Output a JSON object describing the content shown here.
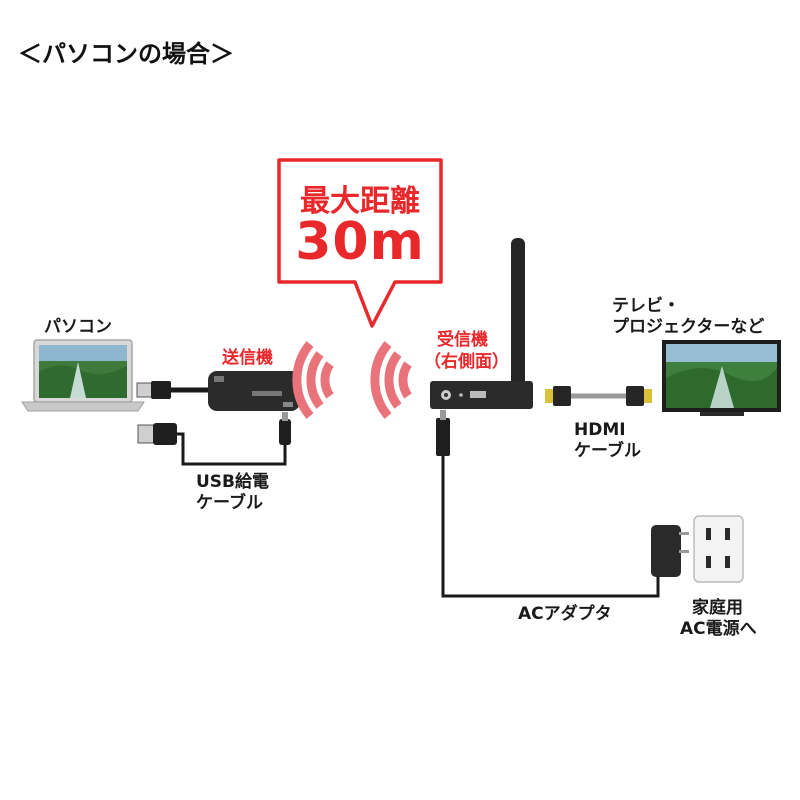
{
  "title": "＜パソコンの場合＞",
  "callout": {
    "line1": "最大距離",
    "line2": "30m"
  },
  "labels": {
    "pc": "パソコン",
    "transmitter": "送信機",
    "receiver_line1": "受信機",
    "receiver_line2": "（右側面）",
    "tv_line1": "テレビ・",
    "tv_line2": "プロジェクターなど",
    "hdmi_line1": "HDMI",
    "hdmi_line2": "ケーブル",
    "usb_line1": "USB給電",
    "usb_line2": "ケーブル",
    "ac_adapter": "ACアダプタ",
    "outlet_line1": "家庭用",
    "outlet_line2": "AC電源へ"
  },
  "colors": {
    "accent": "#e8282b",
    "device": "#2a2a2a",
    "cable": "#1a1a1a"
  }
}
